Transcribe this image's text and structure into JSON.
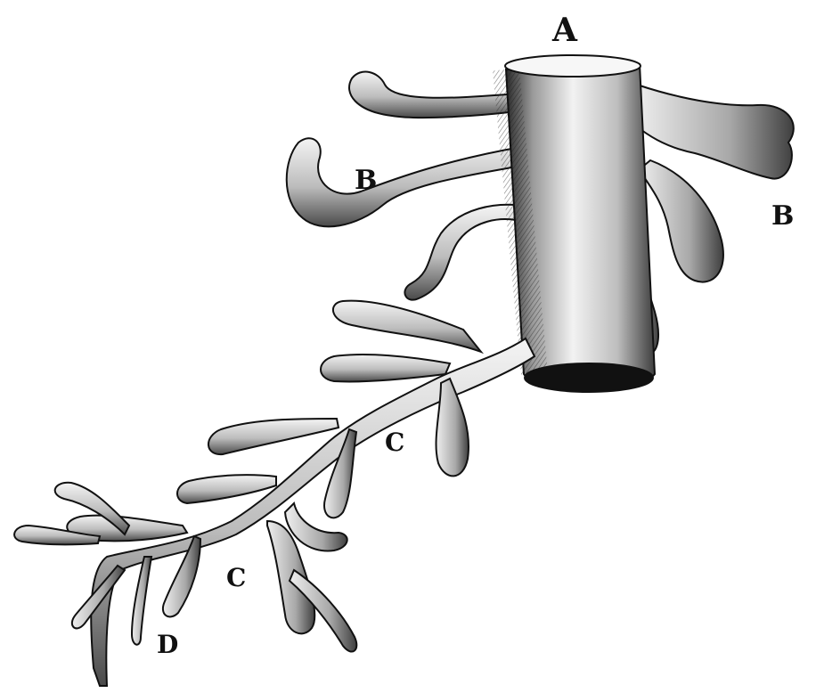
{
  "figure": {
    "labels": {
      "A": "A",
      "B_left": "B",
      "B_right": "B",
      "C_upper": "C",
      "C_lower": "C",
      "D": "D"
    },
    "colors": {
      "ink": "#111111",
      "shade": "#6e6e6e",
      "tube": "#d9d9d9",
      "tube_dark": "#3a3a3a",
      "paper": "#ffffff"
    }
  }
}
